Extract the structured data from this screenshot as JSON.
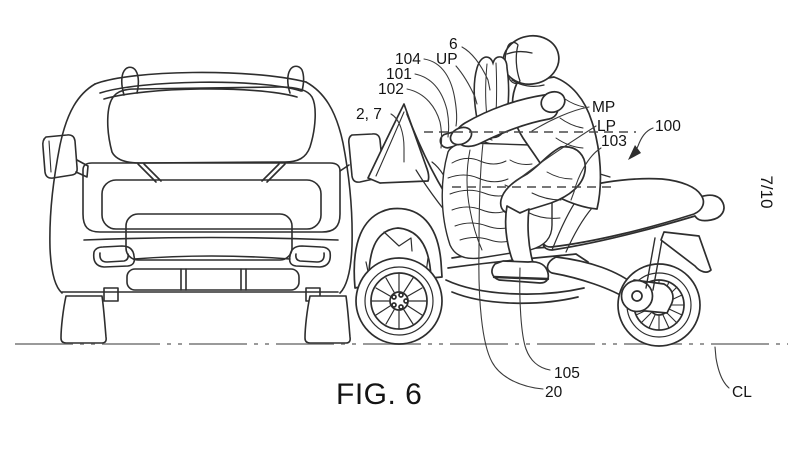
{
  "figure": {
    "caption": "FIG. 6",
    "sheet_number": "7/10"
  },
  "reference_labels": {
    "n104": "104",
    "n101": "101",
    "n102": "102",
    "up": "UP",
    "n6": "6",
    "n2_7": "2, 7",
    "mp": "MP",
    "lp": "LP",
    "n103": "103",
    "n100": "100",
    "n105": "105",
    "n20": "20",
    "cl": "CL"
  },
  "colors": {
    "line": "#2e2e2e",
    "detail_line": "#3a3a3a",
    "dashed_line": "#4a4a4a",
    "ground_line": "#9a9a9a",
    "label_text": "#141414",
    "background": "#ffffff"
  }
}
